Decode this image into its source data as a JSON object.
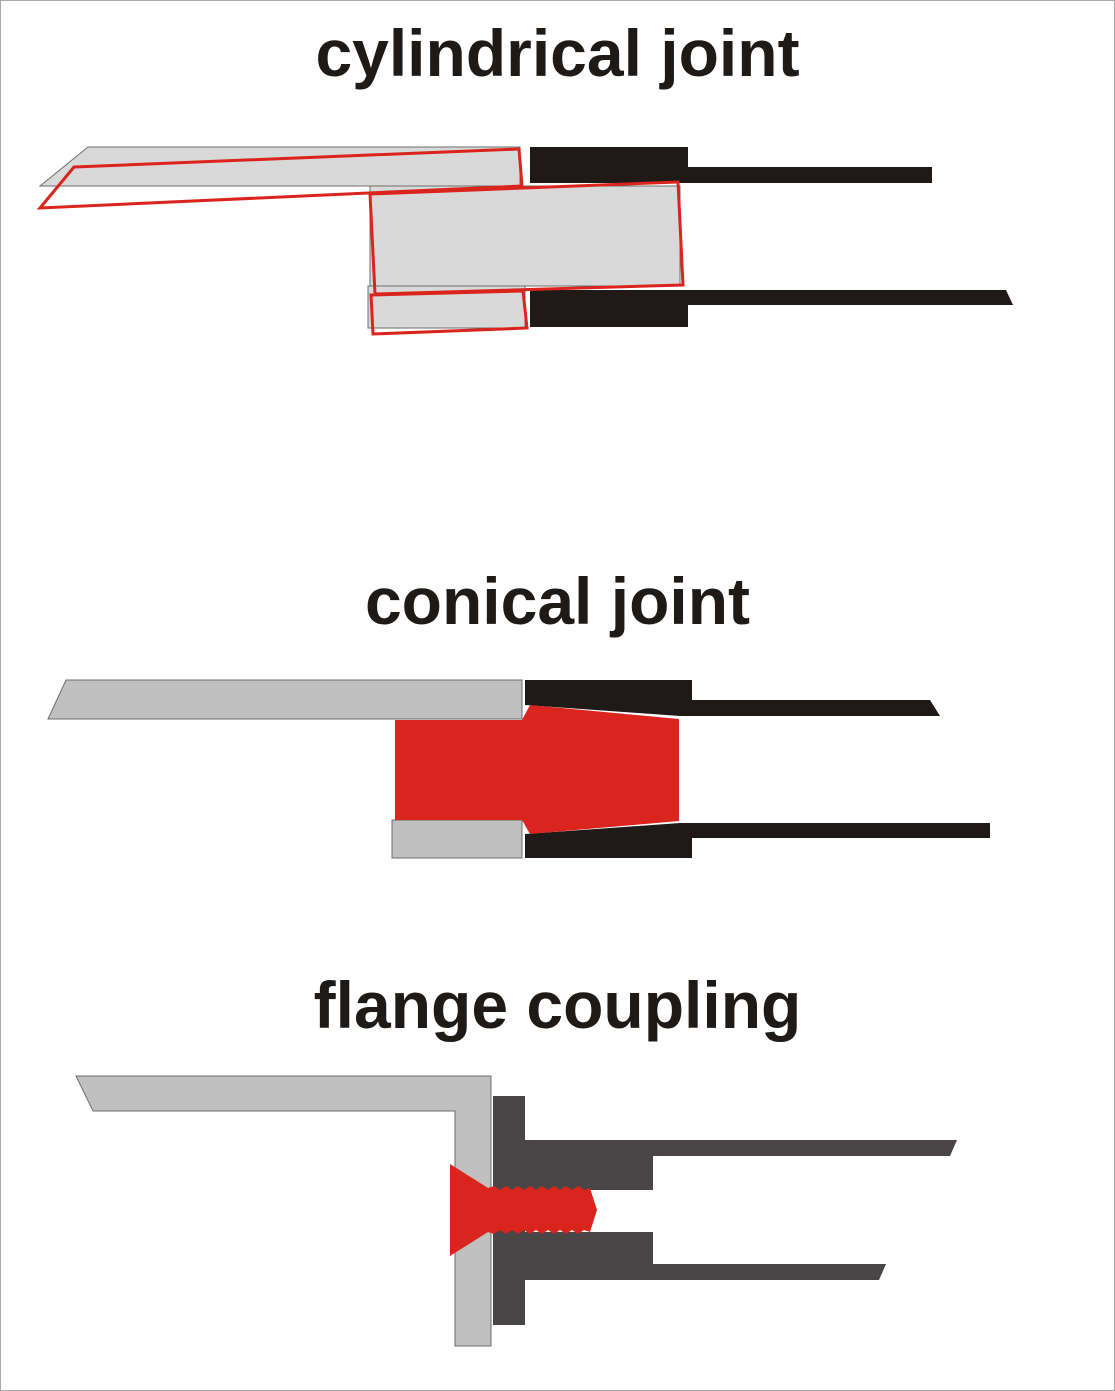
{
  "titles": {
    "cylindrical": "cylindrical joint",
    "conical": "conical joint",
    "flange": "flange coupling"
  },
  "colors": {
    "light_gray": "#d9d9d9",
    "mid_gray": "#c0c0c0",
    "dark": "#1f1a17",
    "dark_gray": "#4a4546",
    "red": "#d9251d",
    "background": "#ffffff"
  }
}
